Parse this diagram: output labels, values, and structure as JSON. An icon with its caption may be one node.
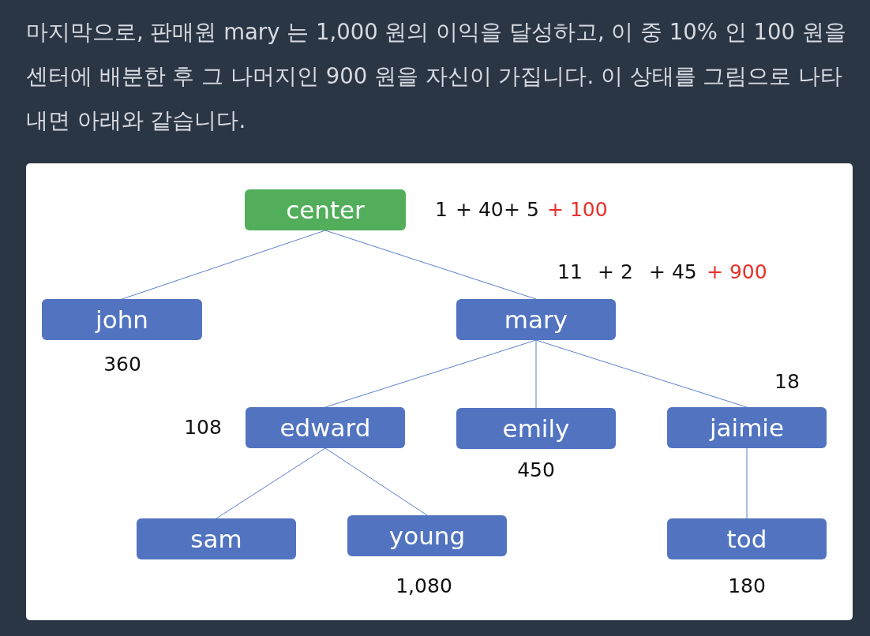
{
  "diagram": {
    "caption": "마지막으로, 판매원 mary 는 1,000 원의 이익을 달성하고, 이 중 10% 인 100 원을 센터에 배분한 후 그 나머지인 900 원을 자신이 가집니다. 이 상태를 그림으로 나타내면 아래와 같습니다.",
    "nodes": [
      {
        "text": [
          "center"
        ],
        "beside": [
          "1",
          "+ 40",
          "+ 5",
          "+ 100"
        ]
      },
      {
        "text": [
          "john"
        ],
        "beside": [
          "360"
        ]
      },
      {
        "text": [
          "mary"
        ],
        "beside": [
          "11",
          "+ 2",
          "+ 45",
          "+ 900"
        ]
      },
      {
        "text": [
          "edward"
        ],
        "beside": [
          "108"
        ]
      },
      {
        "text": [
          "emily"
        ],
        "beside": [
          "450"
        ]
      },
      {
        "text": [
          "jaimie"
        ],
        "beside": [
          "18"
        ]
      },
      {
        "text": [
          "sam"
        ]
      },
      {
        "text": [
          "young"
        ],
        "beside": [
          "1,080"
        ]
      },
      {
        "text": [
          "tod"
        ],
        "beside": [
          "180"
        ]
      }
    ],
    "edges": [
      {
        "from": 0,
        "to": 1,
        "arrow": "none"
      },
      {
        "from": 0,
        "to": 2,
        "arrow": "none"
      },
      {
        "from": 2,
        "to": 3,
        "arrow": "none"
      },
      {
        "from": 2,
        "to": 4,
        "arrow": "none"
      },
      {
        "from": 2,
        "to": 5,
        "arrow": "none"
      },
      {
        "from": 3,
        "to": 6,
        "arrow": "none"
      },
      {
        "from": 3,
        "to": 7,
        "arrow": "none"
      },
      {
        "from": 5,
        "to": 8,
        "arrow": "none"
      }
    ]
  }
}
